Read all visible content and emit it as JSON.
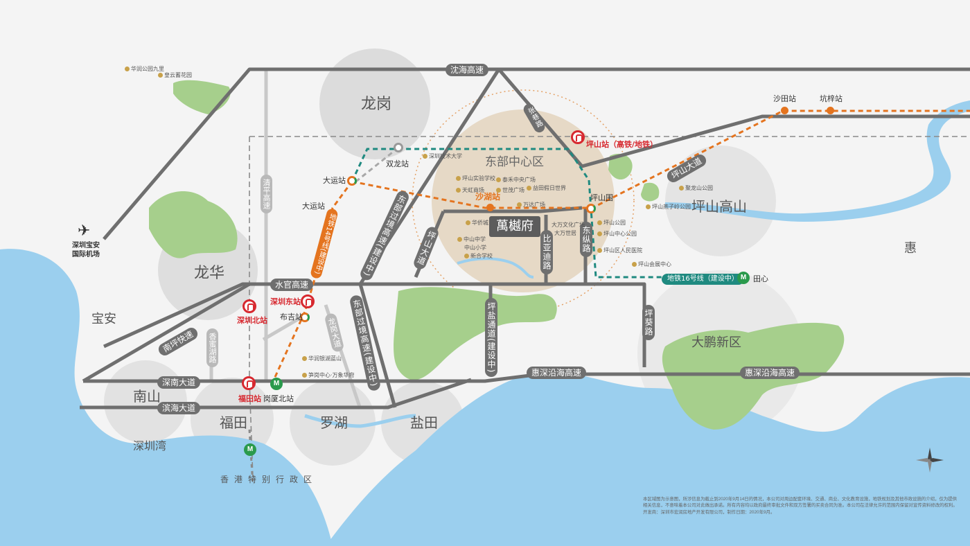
{
  "districts": {
    "longgang": "龙岗",
    "longhua": "龙华",
    "baoan": "宝安",
    "nanshan": "南山",
    "futian": "福田",
    "luohu": "罗湖",
    "yantian": "盐田",
    "pingshan": "坪山高山",
    "dapeng": "大鹏新区",
    "hui": "惠",
    "shenzhen_bay": "深圳湾",
    "hk": "香港特别行政区",
    "center": "东部中心区"
  },
  "roads": {
    "shenhai": "沈海高速",
    "shuiguan": "水官高速",
    "nanping": "南坪快速",
    "shennan": "深南大道",
    "binhai": "滨海大道",
    "huishen_coastal_1": "惠深沿海高速",
    "huishen_coastal_2": "惠深沿海高速",
    "pingshan_ave_ne": "坪山大道",
    "qingping": "清平高速",
    "dongbu_north": "东部过境高速",
    "dongbu_north_sub": "(建设中)",
    "dongbu_south": "东部过境高速",
    "dongbu_south_sub": "(建设中)",
    "pingshan_ave": "坪山大道",
    "biya": "比亚迪路",
    "dongzong": "东纵路",
    "pingyan": "坪盐通道",
    "pingyan_sub": "(建设中)",
    "pingkui": "坪葵路",
    "longgang_ave": "龙岗大道",
    "xiangmihu": "香蜜湖路",
    "zhang": "张巷路",
    "metro14": "地铁14号线",
    "metro14_sub": "(建设中)",
    "metro16": "地铁16号线（建设中）"
  },
  "stations": {
    "pingshan": "坪山站（高铁/地铁）",
    "shahu": "沙湖站",
    "shuanglong": "双龙站",
    "dayun": "大运站",
    "dayun2": "大运站",
    "shenzhen_east": "深圳东站",
    "bujie": "布吉站",
    "shenzhen_north": "深圳北站",
    "futian": "福田站",
    "gangxia": "岗厦北站",
    "pingshanwei": "坪山围",
    "tianxin": "田心",
    "shatian": "沙田站",
    "kengzi": "坑梓站"
  },
  "project": "萬樾府",
  "airport": "深圳宝安国际机场",
  "pois": [
    "深圳技术大学",
    "坪山实验学校",
    "万达广场",
    "世茂广场",
    "天虹商场",
    "益田假日世界",
    "泰禾中央广场",
    "华侨城",
    "中山中学",
    "中山小学",
    "新合学校",
    "大万文化广场",
    "大万世居",
    "坪山公园",
    "坪山区人民医院",
    "坪山中心公园",
    "坪山会展中心",
    "坪山燕子岭公园",
    "聚龙山公园",
    "华润银湖蓝山",
    "笋岗中心·万象华府",
    "华润公园九里",
    "皇云蓄花园"
  ],
  "disclaimer": "本区域图为示意图，所涉信息为截止到2020年9月14日的情况，本公司对周边配套环境、交通、商业、文化教育设施，地铁规划及其他市政设施的介绍，仅为提供相关信息，不意味着本公司对此做出承诺。所有内容均以政府最终审批文件和双方签署的买卖合同为准。本公司在法律允许的范围内保留对宣传资料修改的权利。开发商：深圳市宏润房地产开发有限公司，制作日期：2020年9月。",
  "colors": {
    "water": "#9bcfee",
    "green": "#a6cf8c",
    "road": "#6f6f6f",
    "metro_orange": "#e4741f",
    "metro_teal": "#1f8a80",
    "rail_red": "#d7282f"
  }
}
